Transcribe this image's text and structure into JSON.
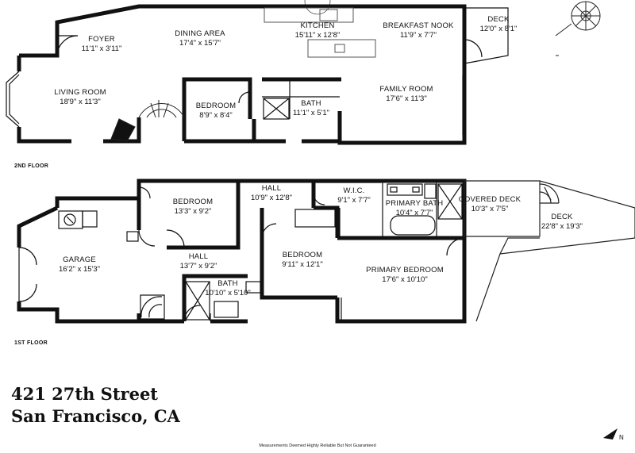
{
  "second_floor": {
    "label": "2ND FLOOR",
    "rooms": [
      {
        "name": "FOYER",
        "dims": "11'1\" x 3'11\""
      },
      {
        "name": "DINING AREA",
        "dims": "17'4\" x 15'7\""
      },
      {
        "name": "KITCHEN",
        "dims": "15'11\" x 12'8\""
      },
      {
        "name": "BREAKFAST NOOK",
        "dims": "11'9\" x 7'7\""
      },
      {
        "name": "DECK",
        "dims": "12'0\" x 8'1\""
      },
      {
        "name": "LIVING ROOM",
        "dims": "18'9\" x 11'3\""
      },
      {
        "name": "BEDROOM",
        "dims": "8'9\" x 8'4\""
      },
      {
        "name": "BATH",
        "dims": "11'1\" x 5'1\""
      },
      {
        "name": "FAMILY ROOM",
        "dims": "17'6\" x 11'3\""
      }
    ]
  },
  "first_floor": {
    "label": "1ST FLOOR",
    "rooms": [
      {
        "name": "BEDROOM",
        "dims": "13'3\" x 9'2\""
      },
      {
        "name": "HALL",
        "dims": "10'9\" x 12'8\""
      },
      {
        "name": "W.I.C.",
        "dims": "9'1\" x 7'7\""
      },
      {
        "name": "PRIMARY BATH",
        "dims": "10'4\" x 7'7\""
      },
      {
        "name": "COVERED DECK",
        "dims": "10'3\" x 7'5\""
      },
      {
        "name": "DECK",
        "dims": "22'8\" x 19'3\""
      },
      {
        "name": "GARAGE",
        "dims": "16'2\" x 15'3\""
      },
      {
        "name": "HALL",
        "dims": "13'7\" x 9'2\""
      },
      {
        "name": "BEDROOM",
        "dims": "9'11\" x 12'1\""
      },
      {
        "name": "PRIMARY BEDROOM",
        "dims": "17'6\" x 10'10\""
      },
      {
        "name": "BATH",
        "dims": "10'10\" x 5'10\""
      }
    ]
  },
  "address": {
    "line1": "421 27th Street",
    "line2": "San Francisco, CA"
  },
  "disclaimer": "Measurements Deemed Highly Reliable But Not Guaranteed",
  "compass": {
    "letter": "N"
  },
  "colors": {
    "wall": "#111111",
    "fixture": "#555555",
    "deck": "#222222"
  }
}
